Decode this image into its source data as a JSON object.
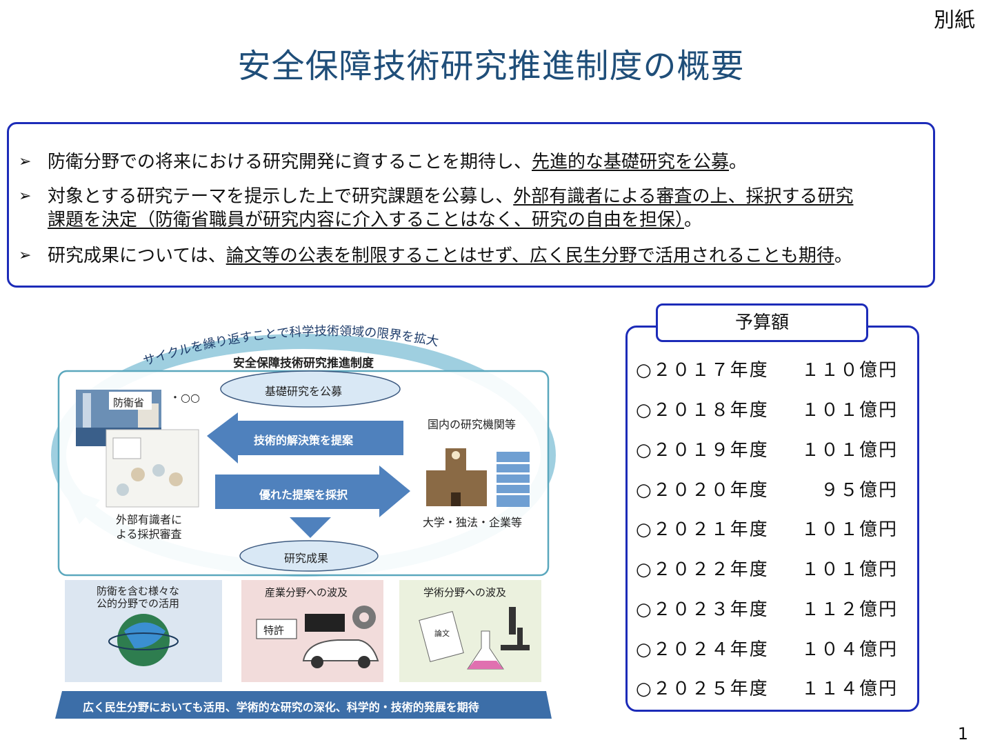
{
  "header": {
    "tag": "別紙",
    "title": "安全保障技術研究推進制度の概要"
  },
  "overview": {
    "bullets": [
      {
        "marker": "➢",
        "pre": "防衛分野での将来における研究開発に資することを期待し、",
        "u1": "先進的な基礎研究を公募",
        "post": "。"
      },
      {
        "marker": "➢",
        "pre": "対象とする研究テーマを提示した上で研究課題を公募し、",
        "u1": "外部有識者による審査の上、採択する研究",
        "line2_u": "課題を決定（防衛省職員が研究内容に介入することはなく、研究の自由を担保）",
        "post": "。"
      },
      {
        "marker": "➢",
        "pre": "研究成果については、",
        "u1": "論文等の公表を制限することはせず、広く民生分野で活用されることも期待",
        "post": "。"
      }
    ]
  },
  "diagram": {
    "cycle_label": "サイクルを繰り返すことで科学技術領域の限界を拡大",
    "program_title": "安全保障技術研究推進制度",
    "mod_label": "防衛省",
    "dots": "・○○",
    "cloud_top": "基礎研究を公募",
    "arrow_left": "技術的解決策を提案",
    "arrow_right": "優れた提案を採択",
    "institutes_title": "国内の研究機関等",
    "institutes_sub": "大学・独法・企業等",
    "review_line1": "外部有識者に",
    "review_line2": "よる採択審査",
    "cloud_bottom": "研究成果",
    "panel1_line1": "防衛を含む様々な",
    "panel1_line2": "公的分野での活用",
    "panel2_title": "産業分野への波及",
    "patent": "特許",
    "panel3_title": "学術分野への波及",
    "paper": "論文",
    "banner": "広く民生分野においても活用、学術的な研究の深化、科学的・技術的発展を期待",
    "colors": {
      "ring": "#9fcfe0",
      "arrow": "#4f81bd",
      "frame": "#5aa7bd",
      "panel1": "#dce6f1",
      "panel2": "#f2dcdb",
      "panel3": "#ebf1de",
      "banner": "#3c6ea8"
    }
  },
  "budget": {
    "title": "予算額",
    "rows": [
      {
        "year": "○２０１７年度",
        "amount": "１１０億円"
      },
      {
        "year": "○２０１８年度",
        "amount": "１０１億円"
      },
      {
        "year": "○２０１９年度",
        "amount": "１０１億円"
      },
      {
        "year": "○２０２０年度",
        "amount": "９５億円"
      },
      {
        "year": "○２０２１年度",
        "amount": "１０１億円"
      },
      {
        "year": "○２０２２年度",
        "amount": "１０１億円"
      },
      {
        "year": "○２０２３年度",
        "amount": "１１２億円"
      },
      {
        "year": "○２０２４年度",
        "amount": "１０４億円"
      },
      {
        "year": "○２０２５年度",
        "amount": "１１４億円"
      }
    ]
  },
  "page_number": "1"
}
